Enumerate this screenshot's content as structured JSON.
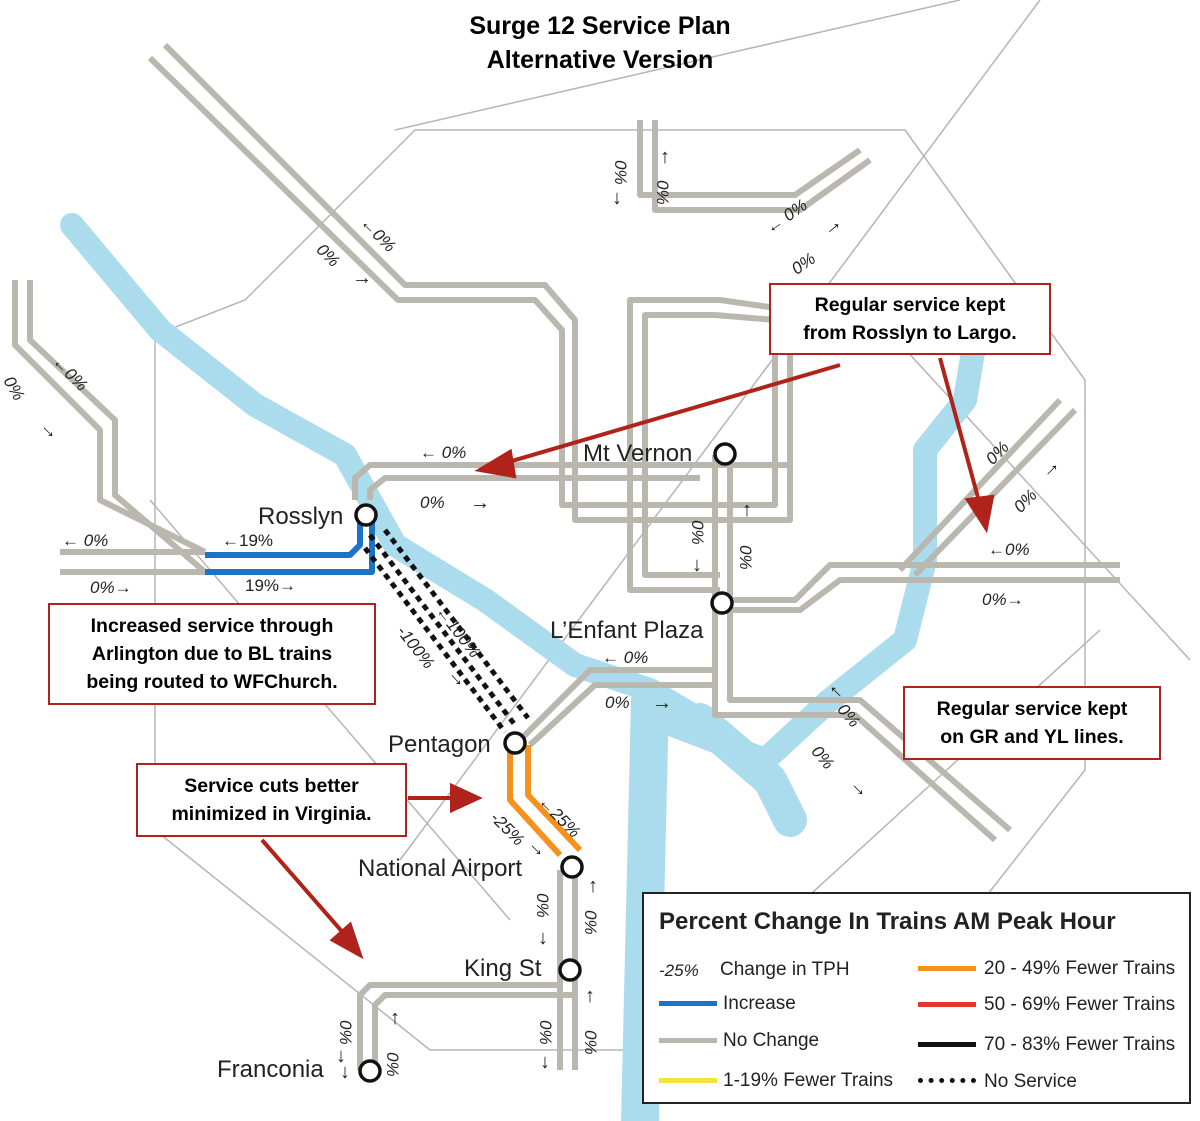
{
  "title": {
    "line1": "Surge 12 Service Plan",
    "line2": "Alternative Version"
  },
  "colors": {
    "no_change": "#b9b7ae",
    "increase": "#1a74c8",
    "fewer_20_49": "#f5921e",
    "fewer_50_69": "#e8352b",
    "fewer_70_83": "#111111",
    "fewer_1_19": "#f7e23a",
    "water": "#abdcee",
    "callout_border": "#b0231a"
  },
  "stations": {
    "mt_vernon": "Mt Vernon",
    "rosslyn": "Rosslyn",
    "lenfant": "L’Enfant Plaza",
    "pentagon": "Pentagon",
    "national_airport": "National Airport",
    "king_st": "King St",
    "franconia": "Franconia"
  },
  "callouts": {
    "largo": [
      "Regular service kept",
      "from Rosslyn to Largo."
    ],
    "arlington": [
      "Increased service through",
      "Arlington due to BL trains",
      "being routed to WFChurch."
    ],
    "gryl": [
      "Regular service kept",
      "on GR and YL lines."
    ],
    "virginia": [
      "Service cuts better",
      "minimized in Virginia."
    ]
  },
  "labels": {
    "nw_a": "←0%",
    "nw_b": "0%",
    "nw_c": "0% →",
    "n_a": "0%",
    "n_b": "0%",
    "ne_a": "← 0%",
    "ne_b": "0%",
    "w_a": "←0%",
    "w_b": "0%",
    "w_c": "← 0%",
    "w_d": "0%→",
    "blue_a": "←19%",
    "blue_b": "19%→",
    "orange_top": "← 0%",
    "orange_mid": "0%",
    "mid_a": "0%",
    "mid_b": "0%",
    "e_a": "0%",
    "e_b": "0%",
    "e_c": "←0%",
    "e_d": "0%→",
    "lenfant_a": "← 0%",
    "lenfant_b": "0%",
    "se_a": "0%",
    "se_b": "0%",
    "blk_a": "←100%",
    "blk_b": "-100%",
    "or_a": "-25%",
    "or_b": "←25%",
    "s_a": "0%",
    "s_b": "0%",
    "s_c": "0%",
    "s_d": "0%",
    "s_e": "0%",
    "s_f": "0%",
    "arrow_right": "→",
    "arrow_left": "←",
    "arrow_up": "↑",
    "arrow_down": "↓"
  },
  "legend": {
    "title": "Percent Change In Trains AM Peak Hour",
    "tph_sample": "-25%",
    "tph_label": "Change in TPH",
    "increase": "Increase",
    "no_change": "No Change",
    "fewer_1_19": "1-19% Fewer Trains",
    "fewer_20_49": "20 - 49% Fewer Trains",
    "fewer_50_69": "50 - 69% Fewer Trains",
    "fewer_70_83": "70 - 83% Fewer Trains",
    "no_service": "No Service"
  }
}
